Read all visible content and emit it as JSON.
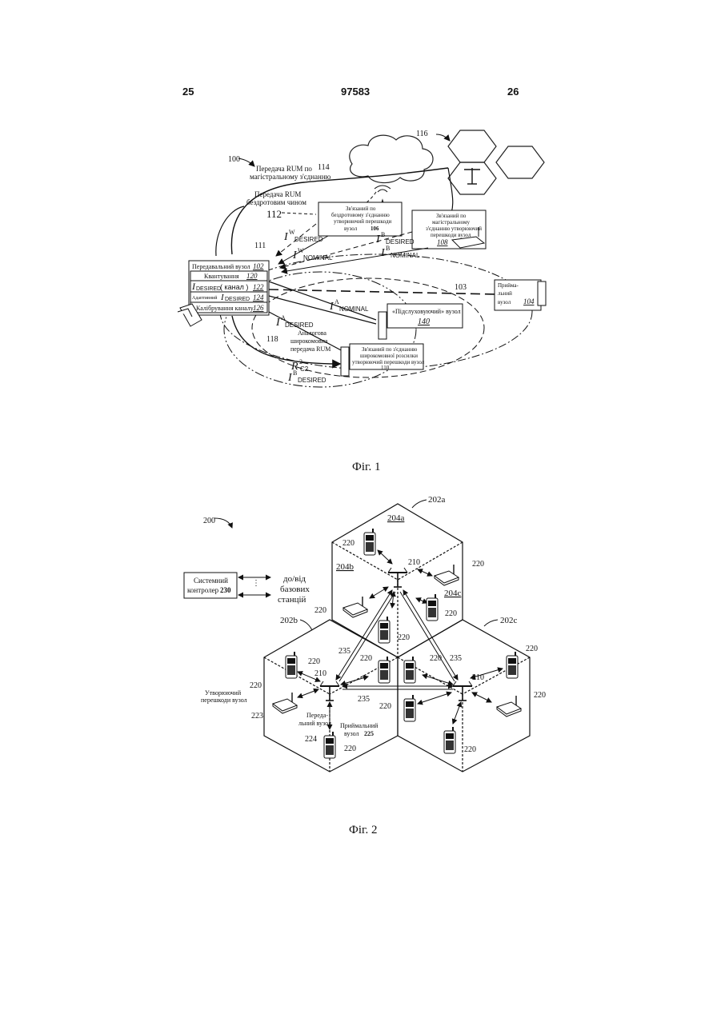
{
  "header": {
    "left_page": "25",
    "patent_number": "97583",
    "right_page": "26"
  },
  "fig1": {
    "caption": "Фіг. 1",
    "ref_100": "100",
    "backhaul_rum_label_line1": "Передача RUM по",
    "backhaul_rum_label_line2": "магістральному з'єднанню",
    "ref_114": "114",
    "ref_116": "116",
    "wireless_rum_label_line1": "Передача RUM",
    "wireless_rum_label_line2": "бездротовим чином",
    "ref_112": "112",
    "node106_line1": "Зв'язаний по",
    "node106_line2": "бездротовому з'єднанню",
    "node106_line3": "утворюючий перешкоди",
    "node106_line4": "вузол",
    "ref_106": "106",
    "node108_line1": "Зв'язаний по",
    "node108_line2": "магістральному",
    "node108_line3": "з'єднанню утворюючий",
    "node108_line4": "перешкоди вузол",
    "ref_108": "108",
    "ref_111": "111",
    "i_w_desired_sup": "W",
    "i_w_nominal_sup": "W",
    "i_b_desired_sup": "B",
    "i_b_nominal_sup": "B",
    "i_a_nominal_sup": "A",
    "i_a_desired_sup": "A",
    "i_e_desired_sup": "B",
    "sub_desired": "DESIRED",
    "sub_nominal": "NOMINAL",
    "tx_node_title": "Передавальний вузол",
    "ref_102": "102",
    "quantization": "Квантування",
    "ref_120": "120",
    "idesired_channel": "( канал )",
    "ref_122": "122",
    "adaptive": "Адаптивний",
    "ref_124": "124",
    "channel_calibration": "Калібрування каналу",
    "ref_126": "126",
    "ref_103": "103",
    "rx_node_line1": "Прийма-",
    "rx_node_line2": "льний",
    "rx_node_line3": "вузол",
    "ref_104": "104",
    "listening_node": "«Підслуховуючий» вузол",
    "ref_140": "140",
    "analog_line1": "Аналогова",
    "analog_line2": "широкомовна",
    "analog_line3": "передача RUM",
    "ref_118": "118",
    "node110_line1": "Зв'язаний по з'єднанню",
    "node110_line2": "широкомовної розсилки",
    "node110_line3": "утворюючий перешкоди вузол",
    "ref_110": "110",
    "r_c2": "R",
    "r_c2_sup": "2",
    "r_c2_sub": "C2"
  },
  "fig2": {
    "caption": "Фіг. 2",
    "ref_200": "200",
    "ref_202a": "202a",
    "ref_202b": "202b",
    "ref_202c": "202c",
    "ref_204a": "204a",
    "ref_204b": "204b",
    "ref_204c": "204c",
    "system_controller_line1": "Системний",
    "system_controller_line2": "контролер",
    "ref_230": "230",
    "to_from_line1": "до/від",
    "to_from_line2": "базових",
    "to_from_line3": "станцій",
    "ref_210": "210",
    "ref_220": "220",
    "ref_235": "235",
    "interfering_line1": "Утворюючий",
    "interfering_line2": "перешкоди вузол",
    "ref_223": "223",
    "tx_line1": "Переда-",
    "tx_line2": "льний вузол",
    "ref_224": "224",
    "rx_line1": "Приймальний",
    "rx_line2": "вузол",
    "ref_225": "225"
  }
}
